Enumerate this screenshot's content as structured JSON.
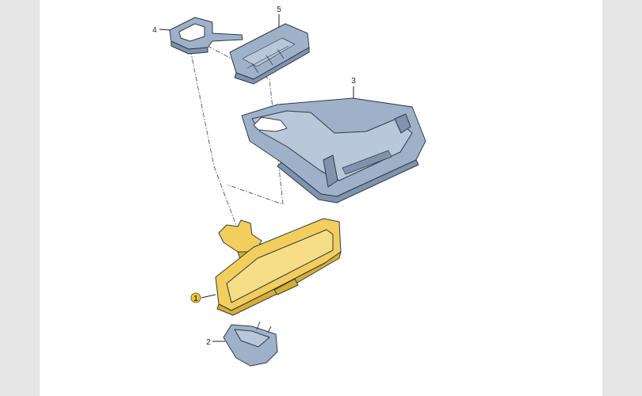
{
  "diagram": {
    "parts": [
      {
        "number": "1",
        "highlighted": true
      },
      {
        "number": "2",
        "highlighted": false
      },
      {
        "number": "3",
        "highlighted": false
      },
      {
        "number": "4",
        "highlighted": false
      },
      {
        "number": "5",
        "highlighted": false
      }
    ],
    "colors": {
      "part_fill": "#9fb1c8",
      "part_fill_dark": "#7f93ad",
      "part_outline": "#2f3b4a",
      "highlight_fill": "#f2cf5c",
      "highlight_fill_dark": "#d9ad2e",
      "highlight_marker": "#f0c62c",
      "leader_line": "#222222",
      "assembly_line": "#555555",
      "side_strip": "#e6e6e6"
    }
  }
}
